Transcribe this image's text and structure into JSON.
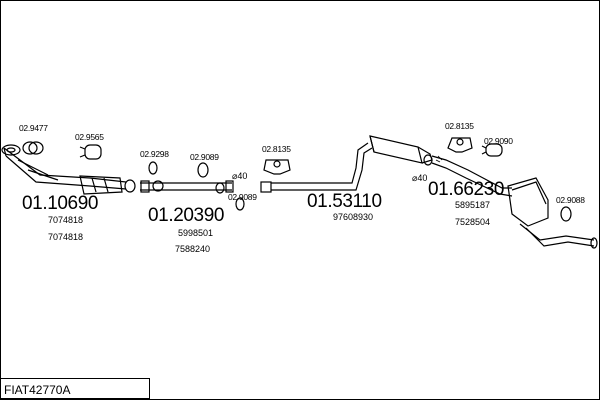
{
  "diagram_code": "FIAT42770A",
  "symbols": {
    "diameter_a": "⌀40",
    "diameter_b": "⌀40"
  },
  "groups": [
    {
      "main": "01.10690",
      "refs": [
        "7074818",
        "7074818"
      ]
    },
    {
      "main": "01.20390",
      "refs": [
        "5998501",
        "7588240"
      ]
    },
    {
      "main": "01.53110",
      "refs": [
        "97608930"
      ]
    },
    {
      "main": "01.66230",
      "refs": [
        "5895187",
        "7528504"
      ]
    }
  ],
  "parts": [
    "02.9477",
    "02.9565",
    "02.9298",
    "02.9089",
    "02.8135",
    "02.9089",
    "02.8135",
    "02.9090",
    "02.9088"
  ]
}
